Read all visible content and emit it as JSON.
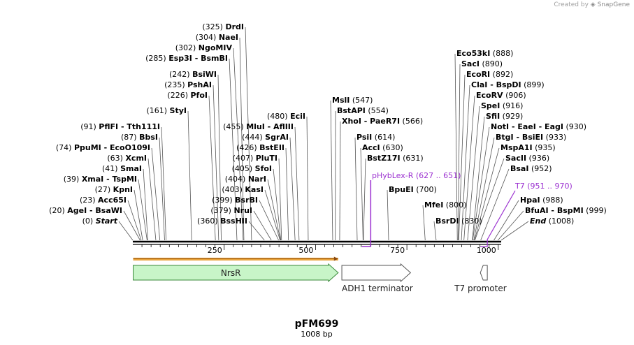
{
  "credit": {
    "prefix": "Created by",
    "brand": "SnapGene"
  },
  "plasmid": {
    "name": "pFM699",
    "length_label": "1008 bp",
    "length": 1008
  },
  "ticks": [
    {
      "pos": 250,
      "label": "250"
    },
    {
      "pos": 500,
      "label": "500"
    },
    {
      "pos": 750,
      "label": "750"
    },
    {
      "pos": 1000,
      "label": "1000"
    }
  ],
  "sites": [
    {
      "num": "(325)",
      "name": "DrdI",
      "pos": 325
    },
    {
      "num": "(304)",
      "name": "NaeI",
      "pos": 304
    },
    {
      "num": "(302)",
      "name": "NgoMIV",
      "pos": 302
    },
    {
      "num": "(285)",
      "name": "Esp3I  - BsmBI",
      "pos": 285
    },
    {
      "num": "(242)",
      "name": "BsiWI",
      "pos": 242
    },
    {
      "num": "(235)",
      "name": "PshAI",
      "pos": 235
    },
    {
      "num": "(226)",
      "name": "PfoI",
      "pos": 226
    },
    {
      "num": "(161)",
      "name": "StyI",
      "pos": 161
    },
    {
      "num": "(91)",
      "name": "PflFI  - Tth111I",
      "pos": 91
    },
    {
      "num": "(87)",
      "name": "BbsI",
      "pos": 87
    },
    {
      "num": "(74)",
      "name": "PpuMI  - EcoO109I",
      "pos": 74
    },
    {
      "num": "(63)",
      "name": "XcmI",
      "pos": 63
    },
    {
      "num": "(41)",
      "name": "SmaI",
      "pos": 41
    },
    {
      "num": "(39)",
      "name": "XmaI  - TspMI",
      "pos": 39
    },
    {
      "num": "(27)",
      "name": "KpnI",
      "pos": 27
    },
    {
      "num": "(23)",
      "name": "Acc65I",
      "pos": 23
    },
    {
      "num": "(20)",
      "name": "AgeI  - BsaWI",
      "pos": 20
    },
    {
      "num": "(0)",
      "name": "Start",
      "pos": 0,
      "italic": true
    },
    {
      "num": "(480)",
      "name": "EciI",
      "pos": 480
    },
    {
      "num": "(455)",
      "name": "MluI  - AflIII",
      "pos": 455
    },
    {
      "num": "(444)",
      "name": "SgrAI",
      "pos": 444
    },
    {
      "num": "(426)",
      "name": "BstEII",
      "pos": 426
    },
    {
      "num": "(407)",
      "name": "PluTI",
      "pos": 407
    },
    {
      "num": "(405)",
      "name": "SfoI",
      "pos": 405
    },
    {
      "num": "(404)",
      "name": "NarI",
      "pos": 404
    },
    {
      "num": "(403)",
      "name": "KasI",
      "pos": 403
    },
    {
      "num": "(399)",
      "name": "BsrBI",
      "pos": 399
    },
    {
      "num": "(379)",
      "name": "NruI",
      "pos": 379
    },
    {
      "num": "(360)",
      "name": "BssHII",
      "pos": 360
    },
    {
      "num": "(547)",
      "name": "MslI",
      "pos": 547
    },
    {
      "num": "(554)",
      "name": "BstAPI",
      "pos": 554
    },
    {
      "num": "(566)",
      "name": "XhoI  - PaeR7I",
      "pos": 566
    },
    {
      "num": "(614)",
      "name": "PsiI",
      "pos": 614
    },
    {
      "num": "(630)",
      "name": "AccI",
      "pos": 630
    },
    {
      "num": "(631)",
      "name": "BstZ17I",
      "pos": 631
    },
    {
      "num": "(700)",
      "name": "BpuEI",
      "pos": 700
    },
    {
      "num": "(800)",
      "name": "MfeI",
      "pos": 800
    },
    {
      "num": "(830)",
      "name": "BsrDI",
      "pos": 830
    },
    {
      "num": "(888)",
      "name": "Eco53kI",
      "pos": 888
    },
    {
      "num": "(890)",
      "name": "SacI",
      "pos": 890
    },
    {
      "num": "(892)",
      "name": "EcoRI",
      "pos": 892
    },
    {
      "num": "(899)",
      "name": "ClaI  - BspDI",
      "pos": 899
    },
    {
      "num": "(906)",
      "name": "EcoRV",
      "pos": 906
    },
    {
      "num": "(916)",
      "name": "SpeI",
      "pos": 916
    },
    {
      "num": "(929)",
      "name": "SfiI",
      "pos": 929
    },
    {
      "num": "(930)",
      "name": "NotI  - EaeI  - EagI",
      "pos": 930
    },
    {
      "num": "(933)",
      "name": "BtgI  - BsiEI",
      "pos": 933
    },
    {
      "num": "(935)",
      "name": "MspA1I",
      "pos": 935
    },
    {
      "num": "(936)",
      "name": "SacII",
      "pos": 936
    },
    {
      "num": "(952)",
      "name": "BsaI",
      "pos": 952
    },
    {
      "num": "(988)",
      "name": "HpaI",
      "pos": 988
    },
    {
      "num": "(999)",
      "name": "BfuAI  - BspMI",
      "pos": 999
    },
    {
      "num": "(1008)",
      "name": "End",
      "pos": 1008,
      "italic": true
    }
  ],
  "primers": [
    {
      "name": "pHybLex-R",
      "range": "(627 .. 651)",
      "start": 627,
      "end": 651
    },
    {
      "name": "T7",
      "range": "(951 .. 970)",
      "start": 951,
      "end": 970
    }
  ],
  "features": [
    {
      "name": "NrsR",
      "start": 1,
      "end": 562,
      "color": "#c8f5c8",
      "stroke": "#3a8a3a"
    },
    {
      "name": "ADH1 terminator",
      "start": 572,
      "end": 760,
      "color": "#ffffff",
      "stroke": "#555555"
    },
    {
      "name": "T7 promoter",
      "start": 951,
      "end": 970,
      "color": "#ffffff",
      "stroke": "#555555"
    }
  ],
  "orf": {
    "start": 1,
    "end": 562,
    "color": "#e8a23a"
  },
  "colors": {
    "primer": "#9b30d0",
    "backbone": "#000000",
    "site_line": "#555555"
  }
}
